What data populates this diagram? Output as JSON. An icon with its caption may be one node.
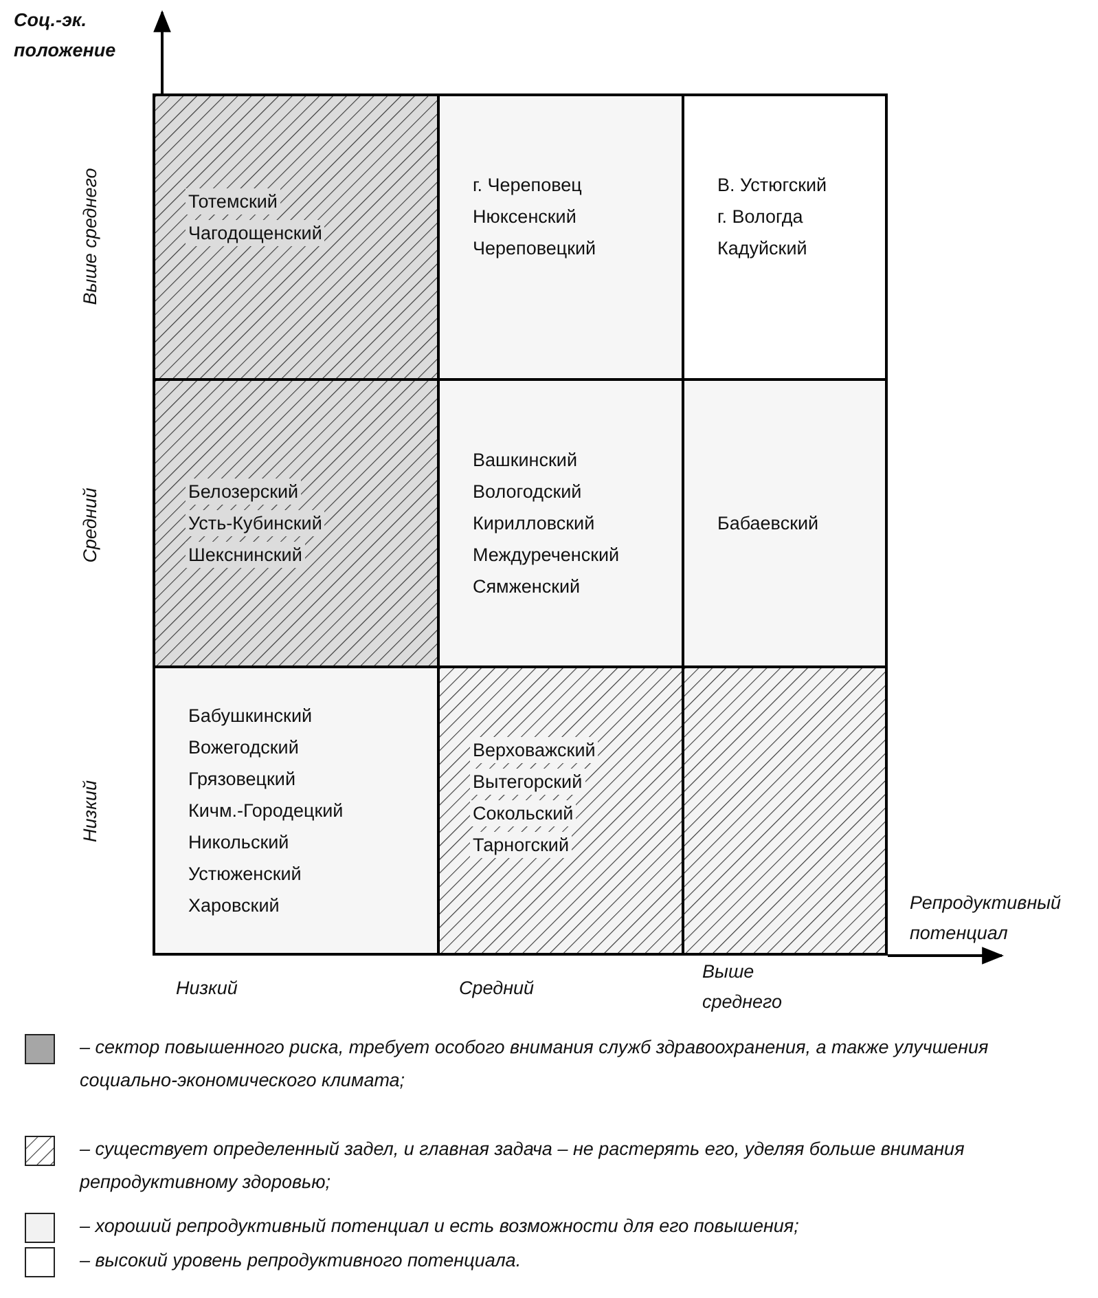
{
  "diagram": {
    "nodes": [
      {
        "text": [
          "Тотемский",
          "Чагодощенский"
        ]
      },
      {
        "text": [
          "г. Череповец",
          "Нюксенский",
          "Череповецкий"
        ]
      },
      {
        "text": [
          "В. Устюгский",
          "г. Вологда",
          "Кадуйский"
        ]
      },
      {
        "text": [
          "Белозерский",
          "Усть-Кубинский",
          "Шекснинский"
        ]
      },
      {
        "text": [
          "Вашкинский",
          "Вологодский",
          "Кирилловский",
          "Междуреченский",
          "Сямженский"
        ]
      },
      {
        "text": [
          "Бабаевский"
        ]
      },
      {
        "text": [
          "Бабушкинский",
          "Вожегодский",
          "Грязовецкий",
          "Кичм.-Городецкий",
          "Никольский",
          "Устюженский",
          "Харовский"
        ]
      },
      {
        "text": [
          "Верховажский",
          "Вытегорский",
          "Сокольский",
          "Тарногский"
        ]
      },
      {
        "text": [],
        "shape": "box"
      }
    ],
    "labels": [
      "Соц.-эк. положение",
      "Выше среднего",
      "Средний",
      "Низкий",
      "Репродуктивный потенциал",
      "Низкий",
      "Средний",
      "Выше среднего"
    ],
    "legend": [
      {
        "text": "– сектор повышенного риска, требует особого внимания служб здравоохранения, а также улучшения социально-экономического климата;",
        "color": "#a6a6a6"
      },
      {
        "text": "– существует определенный задел, и главная задача – не растерять его, уделяя больше внимания репродуктивному здоровью;"
      },
      {
        "text": "– хороший репродуктивный потенциал и есть возможности для его повышения;",
        "color": "#f2f2f2"
      },
      {
        "text": "– высокий уровень репродуктивного потенциала.",
        "color": "#ffffff"
      }
    ]
  }
}
